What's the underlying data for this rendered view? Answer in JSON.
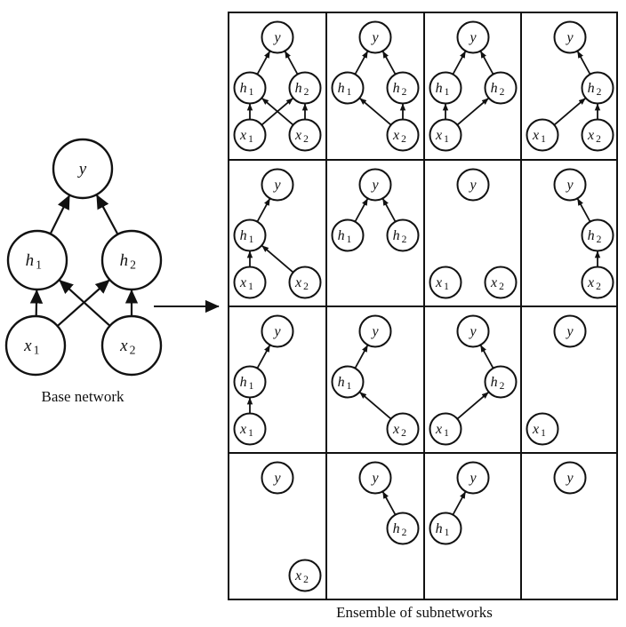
{
  "base_network": {
    "caption": "Base network",
    "nodes": [
      {
        "id": "y",
        "symbol": "y",
        "subscript": ""
      },
      {
        "id": "h1",
        "symbol": "h",
        "subscript": "1"
      },
      {
        "id": "h2",
        "symbol": "h",
        "subscript": "2"
      },
      {
        "id": "x1",
        "symbol": "x",
        "subscript": "1"
      },
      {
        "id": "x2",
        "symbol": "x",
        "subscript": "2"
      }
    ],
    "edges": [
      [
        "h1",
        "y"
      ],
      [
        "h2",
        "y"
      ],
      [
        "x1",
        "h1"
      ],
      [
        "x2",
        "h2"
      ],
      [
        "x1",
        "h2"
      ],
      [
        "x2",
        "h1"
      ]
    ]
  },
  "transition_arrow": "right-arrow",
  "ensemble": {
    "caption": "Ensemble of subnetworks",
    "rows": 4,
    "columns": 4,
    "subnetworks": [
      {
        "nodes": [
          "y",
          "h1",
          "h2",
          "x1",
          "x2"
        ],
        "edges": [
          [
            "h1",
            "y"
          ],
          [
            "h2",
            "y"
          ],
          [
            "x1",
            "h1"
          ],
          [
            "x2",
            "h2"
          ],
          [
            "x1",
            "h2"
          ],
          [
            "x2",
            "h1"
          ]
        ]
      },
      {
        "nodes": [
          "y",
          "h1",
          "h2",
          "x2"
        ],
        "edges": [
          [
            "h1",
            "y"
          ],
          [
            "h2",
            "y"
          ],
          [
            "x2",
            "h1"
          ],
          [
            "x2",
            "h2"
          ]
        ]
      },
      {
        "nodes": [
          "y",
          "h1",
          "h2",
          "x1"
        ],
        "edges": [
          [
            "h1",
            "y"
          ],
          [
            "h2",
            "y"
          ],
          [
            "x1",
            "h1"
          ],
          [
            "x1",
            "h2"
          ]
        ]
      },
      {
        "nodes": [
          "y",
          "h2",
          "x1",
          "x2"
        ],
        "edges": [
          [
            "h2",
            "y"
          ],
          [
            "x1",
            "h2"
          ],
          [
            "x2",
            "h2"
          ]
        ]
      },
      {
        "nodes": [
          "y",
          "h1",
          "x1",
          "x2"
        ],
        "edges": [
          [
            "h1",
            "y"
          ],
          [
            "x1",
            "h1"
          ],
          [
            "x2",
            "h1"
          ]
        ]
      },
      {
        "nodes": [
          "y",
          "h1",
          "h2"
        ],
        "edges": [
          [
            "h1",
            "y"
          ],
          [
            "h2",
            "y"
          ]
        ]
      },
      {
        "nodes": [
          "y",
          "x1",
          "x2"
        ],
        "edges": []
      },
      {
        "nodes": [
          "y",
          "h2",
          "x2"
        ],
        "edges": [
          [
            "h2",
            "y"
          ],
          [
            "x2",
            "h2"
          ]
        ]
      },
      {
        "nodes": [
          "y",
          "h1",
          "x1"
        ],
        "edges": [
          [
            "h1",
            "y"
          ],
          [
            "x1",
            "h1"
          ]
        ]
      },
      {
        "nodes": [
          "y",
          "h1",
          "x2"
        ],
        "edges": [
          [
            "h1",
            "y"
          ],
          [
            "x2",
            "h1"
          ]
        ]
      },
      {
        "nodes": [
          "y",
          "h2",
          "x1"
        ],
        "edges": [
          [
            "h2",
            "y"
          ],
          [
            "x1",
            "h2"
          ]
        ]
      },
      {
        "nodes": [
          "y",
          "x1"
        ],
        "edges": []
      },
      {
        "nodes": [
          "y",
          "x2"
        ],
        "edges": []
      },
      {
        "nodes": [
          "y",
          "h2"
        ],
        "edges": [
          [
            "h2",
            "y"
          ]
        ]
      },
      {
        "nodes": [
          "y",
          "h1"
        ],
        "edges": [
          [
            "h1",
            "y"
          ]
        ]
      },
      {
        "nodes": [
          "y"
        ],
        "edges": []
      }
    ]
  },
  "colors": {
    "stroke": "#111111",
    "background": "#ffffff"
  }
}
